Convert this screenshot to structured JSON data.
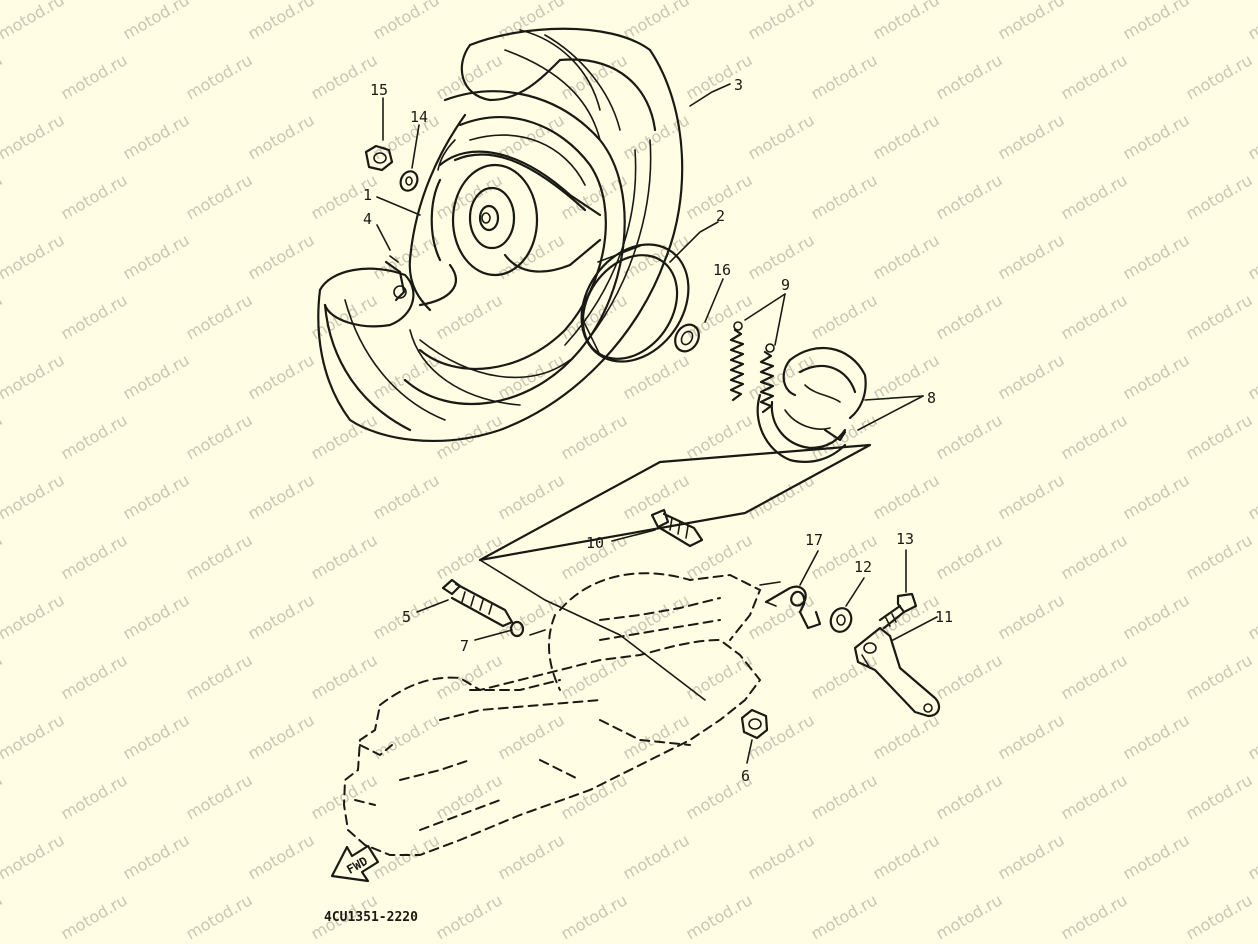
{
  "watermark": "motod.ru",
  "diagram_code": "4CU1351-2220",
  "fwd_label": "FWD",
  "part_labels": {
    "p1": "1",
    "p2": "2",
    "p3": "3",
    "p4": "4",
    "p5": "5",
    "p6": "6",
    "p7": "7",
    "p8": "8",
    "p9": "9",
    "p10": "10",
    "p11": "11",
    "p12": "12",
    "p13": "13",
    "p14": "14",
    "p15": "15",
    "p16": "16",
    "p17": "17"
  },
  "colors": {
    "background": "#fffde3",
    "ink": "#1a1a14",
    "watermark": "#c9c6b3"
  }
}
